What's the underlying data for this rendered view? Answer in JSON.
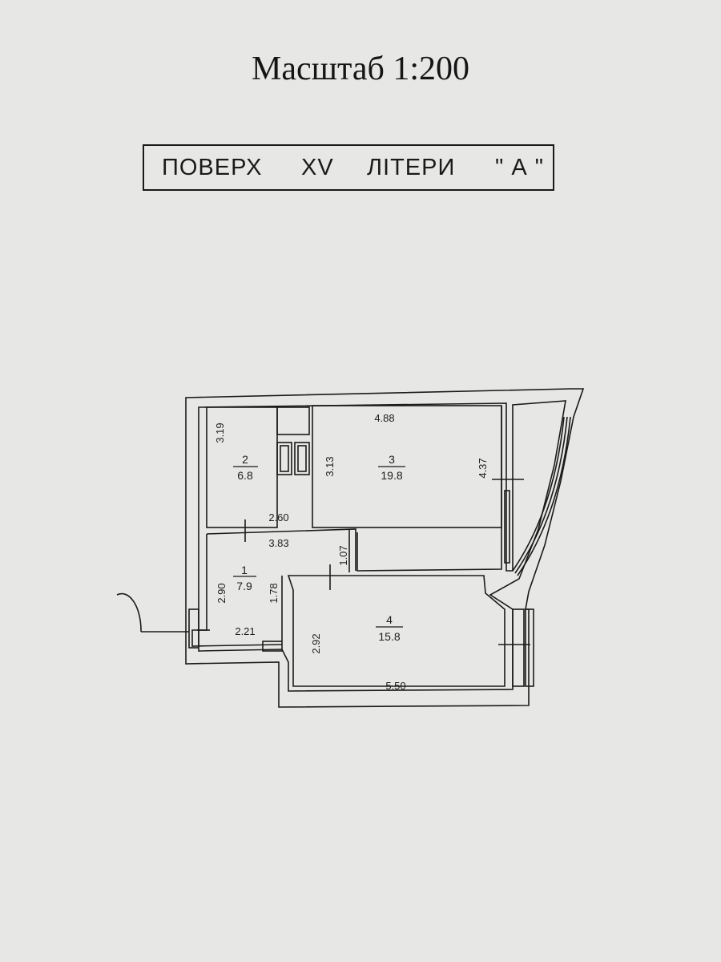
{
  "header": {
    "scale": "Масштаб 1:200",
    "floor_label": "ПОВЕРХ",
    "floor_number": "XV",
    "letter_label": "ЛІТЕРИ",
    "letter_value": "\" А \""
  },
  "rooms": [
    {
      "number": "1",
      "area": "7.9"
    },
    {
      "number": "2",
      "area": "6.8"
    },
    {
      "number": "3",
      "area": "19.8"
    },
    {
      "number": "4",
      "area": "15.8"
    }
  ],
  "dimensions": {
    "room2_height": "3.19",
    "room2_width": "2.60",
    "room2_3_wall": "3.13",
    "room3_width": "4.88",
    "room3_height": "4.37",
    "corridor_width": "3.83",
    "passage": "1.07",
    "room1_height": "2.90",
    "room1_inner": "1.78",
    "room1_width": "2.21",
    "room4_height": "2.92",
    "room4_width": "5.50"
  },
  "colors": {
    "paper": "#e7e8e6",
    "ink": "#1a1a1a"
  }
}
